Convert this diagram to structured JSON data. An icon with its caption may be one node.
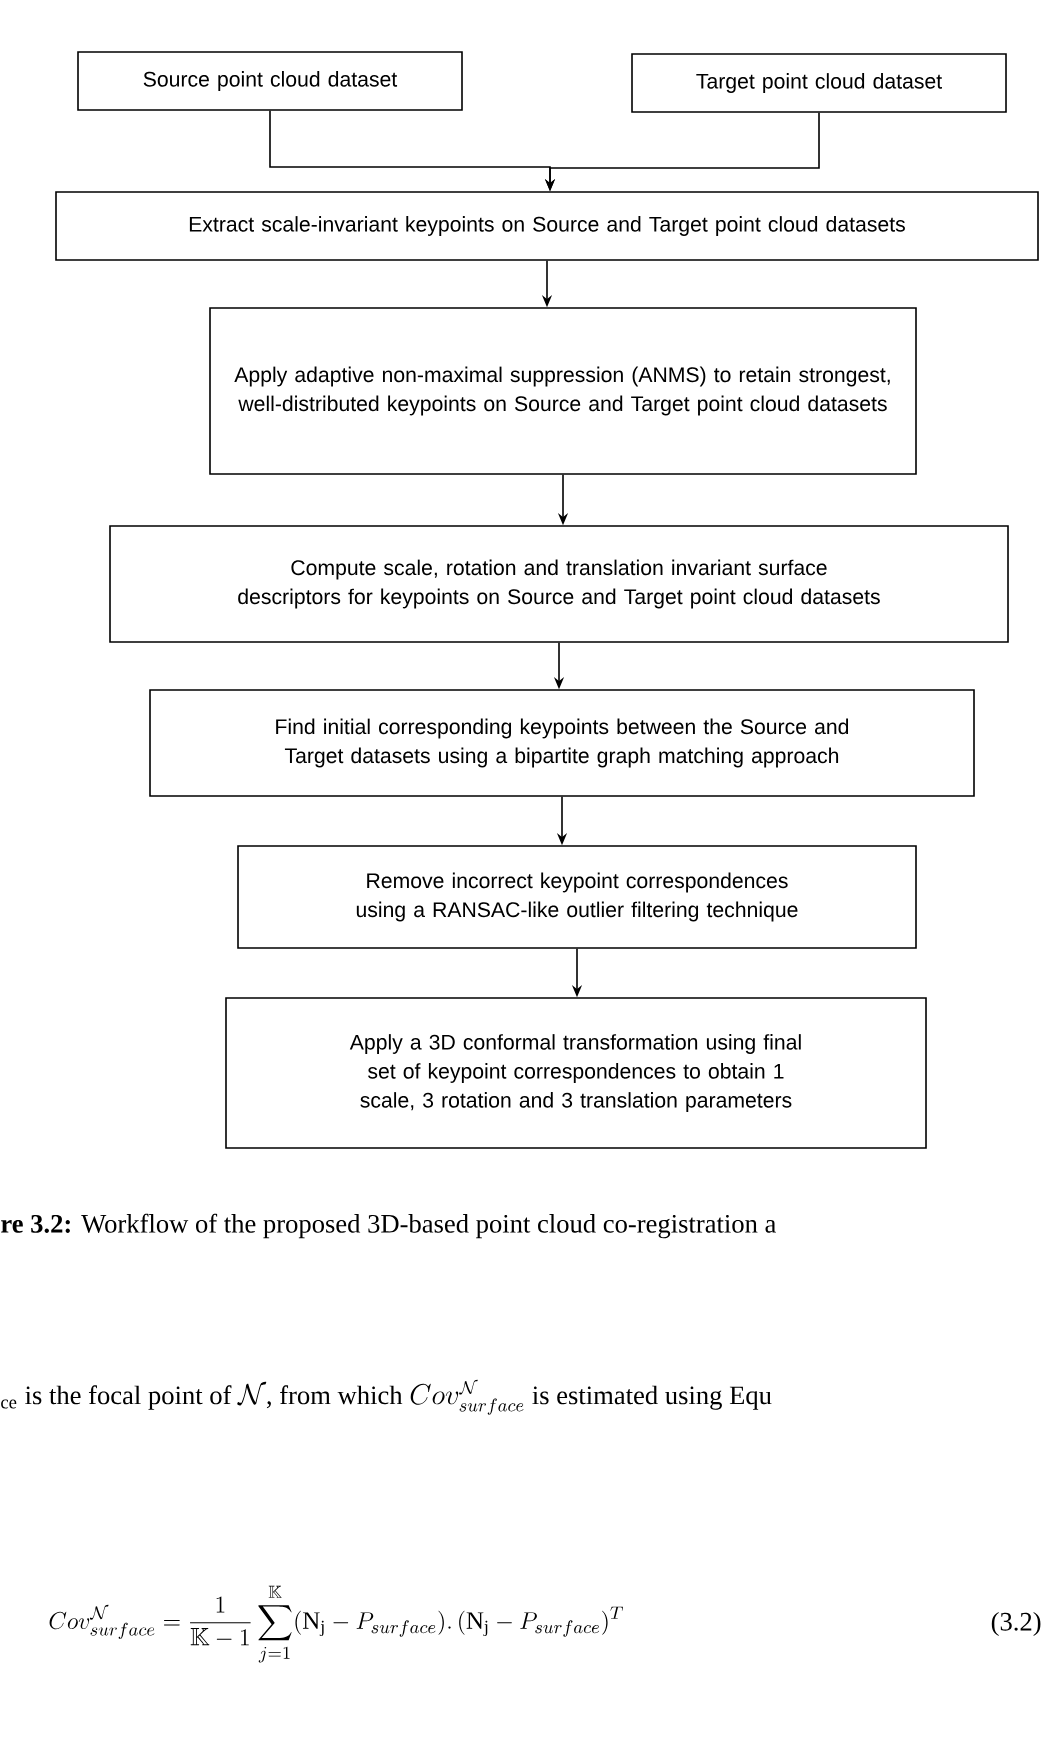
{
  "diagram": {
    "caption": "**re 3.2:** Workflow of the proposed 3D-based point cloud co-registration a",
    "nodes": [
      {
        "text": [
          "Source point cloud dataset"
        ]
      },
      {
        "text": [
          "Target point cloud dataset"
        ]
      },
      {
        "text": [
          "Extract scale-invariant keypoints on Source and Target point cloud datasets"
        ]
      },
      {
        "text": [
          "Apply adaptive non-maximal suppression (ANMS) to retain strongest, well-distributed keypoints on Source and Target point cloud datasets"
        ]
      },
      {
        "text": [
          "Compute scale, rotation and translation invariant surface descriptors for keypoints on Source and Target point cloud datasets"
        ]
      },
      {
        "text": [
          "Find initial corresponding keypoints between the Source and Target datasets using a bipartite graph matching approach"
        ]
      },
      {
        "text": [
          "Remove incorrect keypoint correspondences using a RANSAC-like outlier filtering technique"
        ]
      },
      {
        "text": [
          "Apply a 3D conformal transformation using final set of keypoint correspondences to obtain 1 scale, 3 rotation and 3 translation parameters"
        ]
      }
    ],
    "edges": [
      {
        "from": 0,
        "to": 2,
        "arrow": "to"
      },
      {
        "from": 1,
        "to": 2,
        "arrow": "to"
      },
      {
        "from": 2,
        "to": 3,
        "arrow": "to"
      },
      {
        "from": 3,
        "to": 4,
        "arrow": "to"
      },
      {
        "from": 4,
        "to": 5,
        "arrow": "to"
      },
      {
        "from": 5,
        "to": 6,
        "arrow": "to"
      },
      {
        "from": 6,
        "to": 7,
        "arrow": "to"
      }
    ],
    "labels": [
      "$_{ce}$ is the focal point of",
      "\\mathcal{N}",
      ", from which",
      "Cov^{\\mathcal{N}}_{surface}",
      "is estimated using Equ",
      "Cov^{\\mathcal{N}}_{surface} = \\frac{1}{\\mathbb{K}-1}\\sum_{j=1}^{\\mathbb{K}}(\\mathrm{N_j}-P_{surface}).\\,(\\mathrm{N_j}-P_{surface})^{T}",
      "(3.2)"
    ]
  }
}
